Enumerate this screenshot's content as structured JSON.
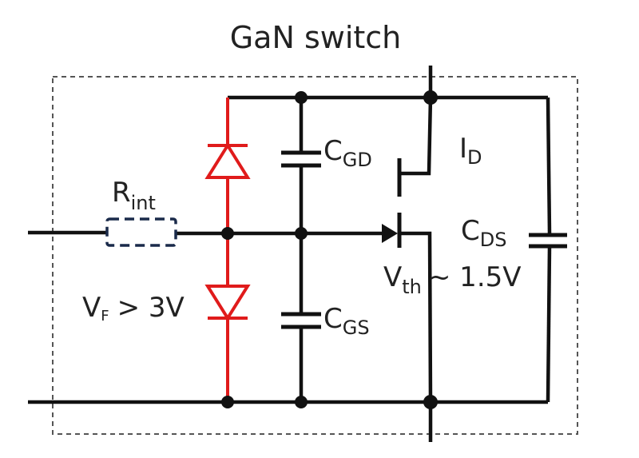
{
  "diagram": {
    "title": "GaN switch",
    "colors": {
      "wire": "#111111",
      "gate_clamp_diodes": "#e01b1b",
      "internal_resistor": "#1a2a4a",
      "boundary": "#555555"
    },
    "components": {
      "r_int": {
        "main": "R",
        "sub": "int",
        "style": "dashed (internal)"
      },
      "c_gd": {
        "main": "C",
        "sub": "GD"
      },
      "c_gs": {
        "main": "C",
        "sub": "GS"
      },
      "c_ds": {
        "main": "C",
        "sub": "DS"
      },
      "drain_current": {
        "main": "I",
        "sub": "D"
      },
      "threshold": {
        "main": "V",
        "sub": "th",
        "value": "~ 1.5V"
      },
      "diode_forward": {
        "main": "V",
        "sub": "F",
        "value": "> 3V"
      }
    },
    "icons": {
      "upper_diode": "diode-icon",
      "lower_diode": "diode-icon",
      "transistor": "gan-hemt-icon",
      "capacitors": "capacitor-icon",
      "resistor": "resistor-icon"
    }
  }
}
